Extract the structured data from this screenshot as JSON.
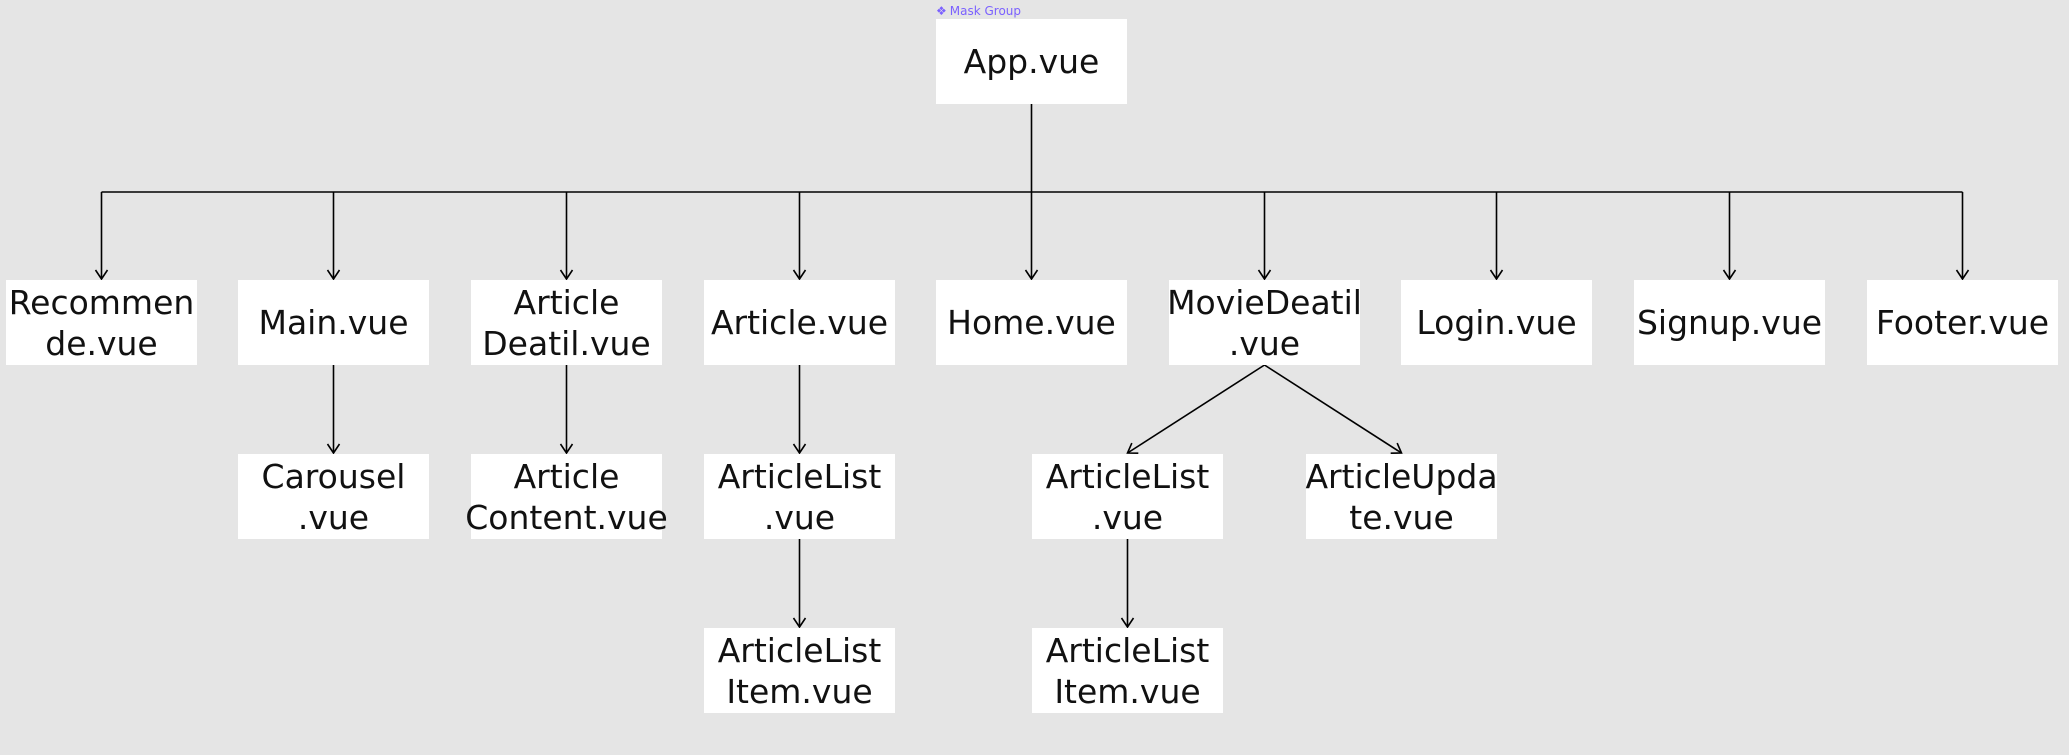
{
  "frame": {
    "icon": "component-icon",
    "icon_glyph": "❖",
    "label": "Mask Group",
    "label_color": "#7b61ff"
  },
  "colors": {
    "background": "#e5e5e5",
    "node_fill": "#ffffff",
    "edge": "#000000",
    "text": "#111111"
  },
  "nodes": [
    {
      "id": "app",
      "label": "App.vue",
      "level": 0
    },
    {
      "id": "recommende",
      "label": "Recommen\nde.vue",
      "level": 1
    },
    {
      "id": "main",
      "label": "Main.vue",
      "level": 1
    },
    {
      "id": "articledetail",
      "label": "Article\nDeatil.vue",
      "level": 1
    },
    {
      "id": "article",
      "label": "Article.vue",
      "level": 1
    },
    {
      "id": "home",
      "label": "Home.vue",
      "level": 1
    },
    {
      "id": "moviedetail",
      "label": "MovieDeatil\n.vue",
      "level": 1
    },
    {
      "id": "login",
      "label": "Login.vue",
      "level": 1
    },
    {
      "id": "signup",
      "label": "Signup.vue",
      "level": 1
    },
    {
      "id": "footer",
      "label": "Footer.vue",
      "level": 1
    },
    {
      "id": "carousel",
      "label": "Carousel\n.vue",
      "level": 2
    },
    {
      "id": "articlecontent",
      "label": "Article\nContent.vue",
      "level": 2
    },
    {
      "id": "articlelist1",
      "label": "ArticleList\n.vue",
      "level": 2
    },
    {
      "id": "articlelist2",
      "label": "ArticleList\n.vue",
      "level": 2
    },
    {
      "id": "articleupdate",
      "label": "ArticleUpda\nte.vue",
      "level": 2
    },
    {
      "id": "articlelistitem1",
      "label": "ArticleList\nItem.vue",
      "level": 3
    },
    {
      "id": "articlelistitem2",
      "label": "ArticleList\nItem.vue",
      "level": 3
    }
  ],
  "edges": [
    {
      "from": "app",
      "to": "recommende"
    },
    {
      "from": "app",
      "to": "main"
    },
    {
      "from": "app",
      "to": "articledetail"
    },
    {
      "from": "app",
      "to": "article"
    },
    {
      "from": "app",
      "to": "home"
    },
    {
      "from": "app",
      "to": "moviedetail"
    },
    {
      "from": "app",
      "to": "login"
    },
    {
      "from": "app",
      "to": "signup"
    },
    {
      "from": "app",
      "to": "footer"
    },
    {
      "from": "main",
      "to": "carousel"
    },
    {
      "from": "articledetail",
      "to": "articlecontent"
    },
    {
      "from": "article",
      "to": "articlelist1"
    },
    {
      "from": "moviedetail",
      "to": "articlelist2"
    },
    {
      "from": "moviedetail",
      "to": "articleupdate"
    },
    {
      "from": "articlelist1",
      "to": "articlelistitem1"
    },
    {
      "from": "articlelist2",
      "to": "articlelistitem2"
    }
  ]
}
